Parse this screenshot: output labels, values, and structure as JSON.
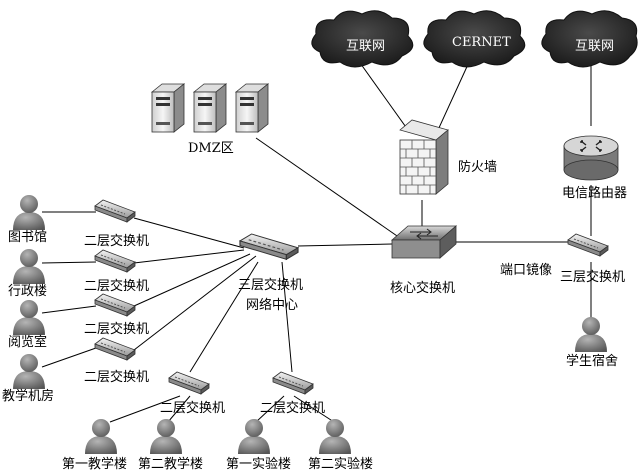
{
  "clouds": {
    "internet_left": "互联网",
    "cernet": "CERNET",
    "internet_right": "互联网"
  },
  "labels": {
    "dmz": "DMZ区",
    "firewall": "防火墙",
    "telecom_router": "电信路由器",
    "core_switch": "核心交换机",
    "port_mirror": "端口镜像",
    "l3_switch_right": "三层交换机",
    "student_dorm": "学生宿舍",
    "l3_switch_center": "三层交换机",
    "network_center": "网络中心",
    "library": "图书馆",
    "admin_building": "行政楼",
    "reading_room": "阅览室",
    "computer_lab": "教学机房",
    "l2_switch_1": "二层交换机",
    "l2_switch_2": "二层交换机",
    "l2_switch_3": "二层交换机",
    "l2_switch_4": "二层交换机",
    "l2_switch_5": "二层交换机",
    "l2_switch_6": "二层交换机",
    "teaching_building_1": "第一教学楼",
    "teaching_building_2": "第二教学楼",
    "lab_building_1": "第一实验楼",
    "lab_building_2": "第二实验楼"
  },
  "colors": {
    "line": "#000000",
    "cloud": "#2b2b2b",
    "device_light": "#e8e8e8",
    "device_dark": "#6a6a6a",
    "person": "#7a7a7a"
  },
  "icons": {
    "cloud": "cloud-icon",
    "server": "server-icon",
    "firewall": "brick-wall-icon",
    "router": "router-icon",
    "core_switch": "core-switch-icon",
    "switch": "switch-icon",
    "user": "user-icon"
  }
}
